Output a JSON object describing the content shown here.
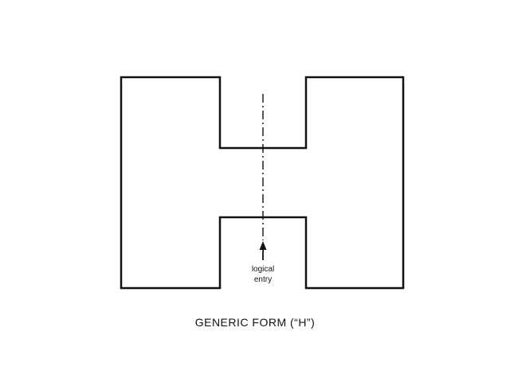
{
  "diagram": {
    "entry_label_line1": "logical",
    "entry_label_line2": "entry",
    "caption": "GENERIC FORM (“H”)",
    "stroke_color": "#111111",
    "background_color": "#ffffff"
  }
}
